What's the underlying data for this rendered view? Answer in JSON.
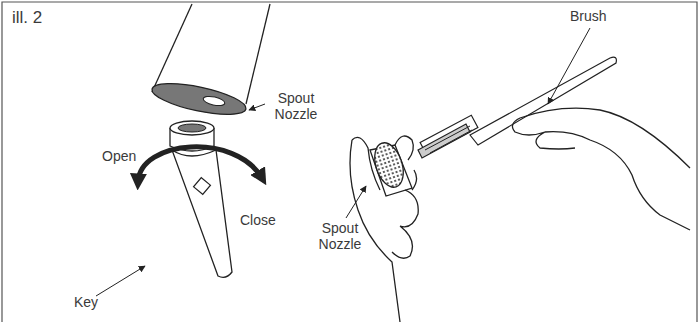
{
  "diagram": {
    "title": "ill. 2",
    "labels": [
      "Brush",
      "Spout Nozzle",
      "Open",
      "Close",
      "Spout Nozzle",
      "Key"
    ]
  }
}
